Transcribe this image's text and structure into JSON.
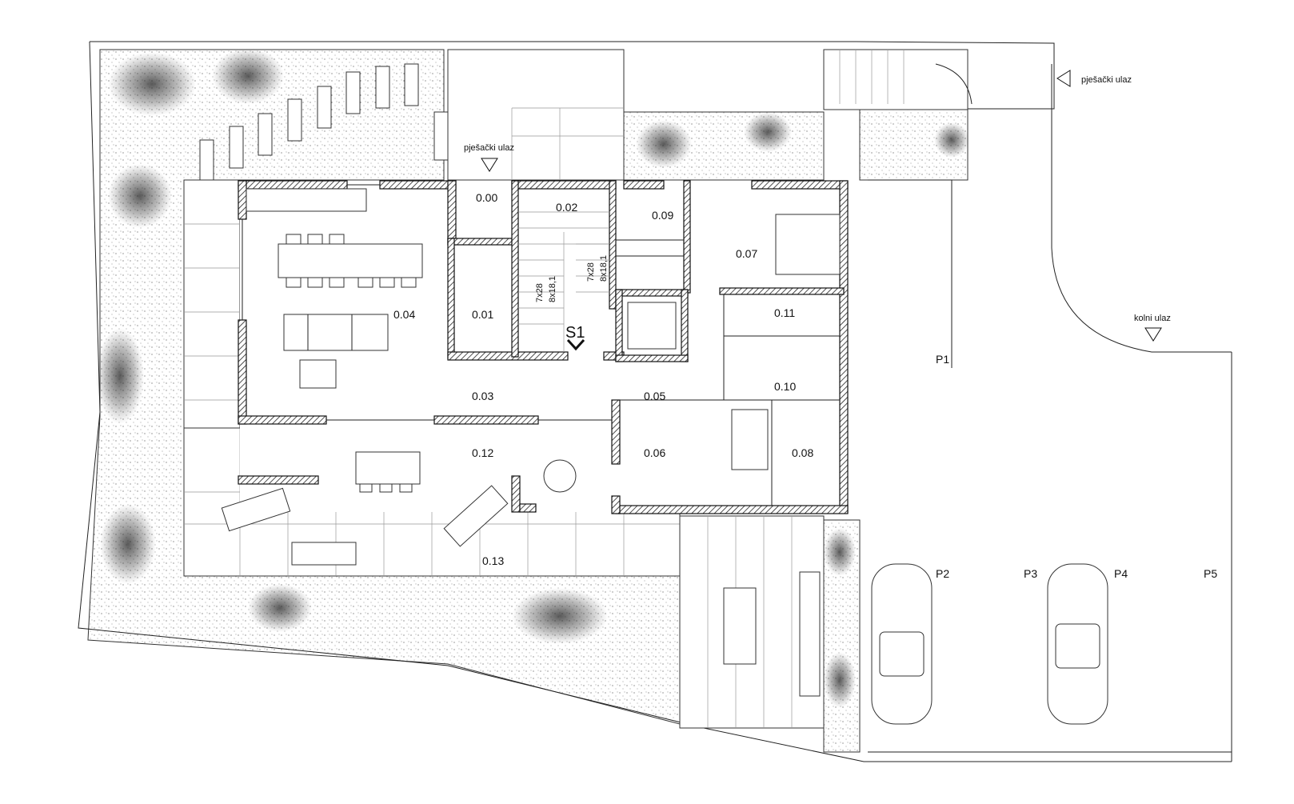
{
  "rooms": {
    "r000": "0.00",
    "r001": "0.01",
    "r002": "0.02",
    "r003": "0.03",
    "r004": "0.04",
    "r005": "0.05",
    "r006": "0.06",
    "r007": "0.07",
    "r008": "0.08",
    "r009": "0.09",
    "r010": "0.10",
    "r011": "0.11",
    "r012": "0.12",
    "r013": "0.13"
  },
  "entrances": {
    "pedestrian_main": "pješački ulaz",
    "pedestrian_side": "pješački ulaz",
    "vehicle": "kolni ulaz"
  },
  "stairs": {
    "flight_a_steps": "7x28",
    "flight_a_rise": "8x18,1",
    "flight_b_steps": "7x28",
    "flight_b_rise": "8x18,1"
  },
  "section_marker": "S1",
  "parking": {
    "p1": "P1",
    "p2": "P2",
    "p3": "P3",
    "p4": "P4",
    "p5": "P5"
  }
}
